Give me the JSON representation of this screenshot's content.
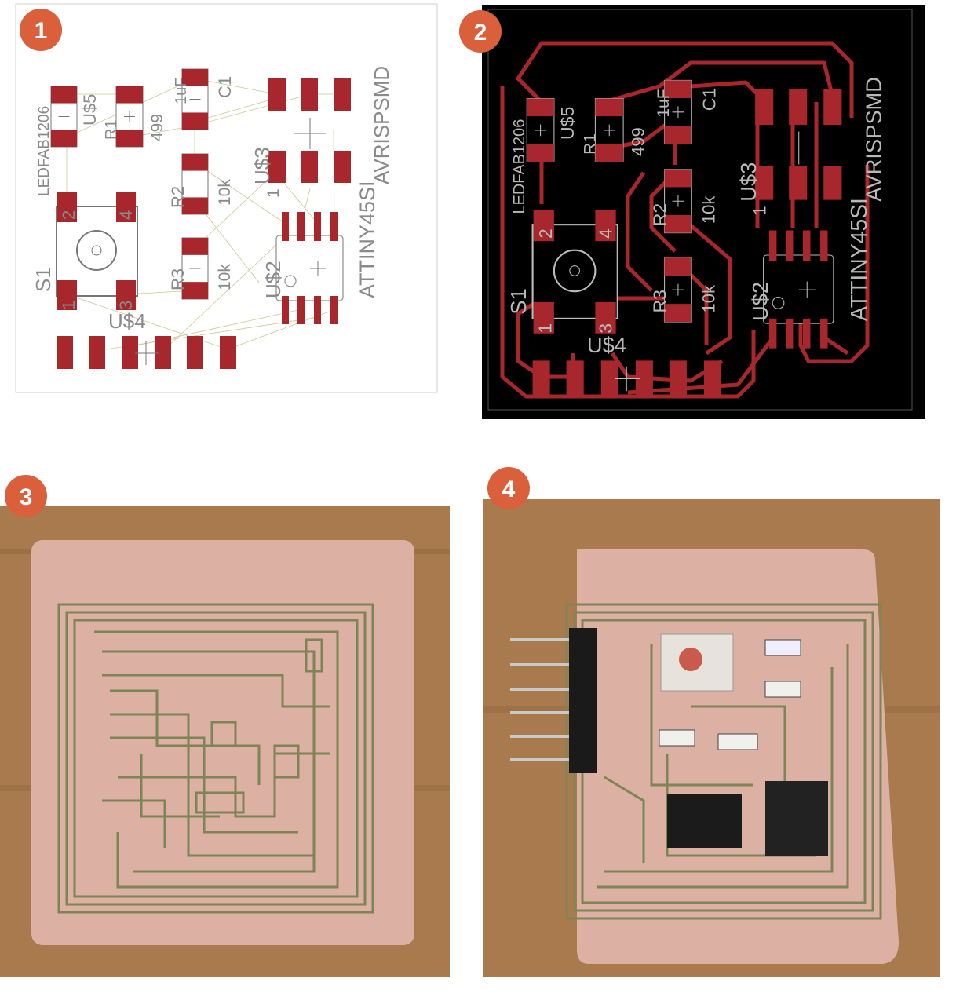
{
  "panels": [
    {
      "badge": "1",
      "title": "schematic-layout-unrouted"
    },
    {
      "badge": "2",
      "title": "routed-board-layout"
    },
    {
      "badge": "3",
      "title": "milled-board-photo"
    },
    {
      "badge": "4",
      "title": "assembled-board-photo"
    }
  ],
  "components": {
    "led": {
      "package": "LEDFAB1206",
      "ref": "U$5"
    },
    "r1": {
      "ref": "R1",
      "value": "499"
    },
    "c1": {
      "ref": "C1",
      "value": "1uF"
    },
    "r2": {
      "ref": "R2",
      "value": "10k"
    },
    "r3": {
      "ref": "R3",
      "value": "10k"
    },
    "header": {
      "ref": "U$3",
      "package": "AVRISPSMD",
      "pin1": "1"
    },
    "mcu": {
      "ref": "U$2",
      "package": "ATTINY45SI"
    },
    "switch": {
      "ref": "S1",
      "pins": [
        "2",
        "4",
        "1",
        "3"
      ]
    },
    "ftdi": {
      "ref": "U$4"
    }
  },
  "colors": {
    "badge": "#d9603b",
    "pad": "#a8272d",
    "trace": "#a8272d",
    "board_bg": "#000000",
    "copper": "#dcb0a2",
    "wood": "#a87a4e"
  }
}
